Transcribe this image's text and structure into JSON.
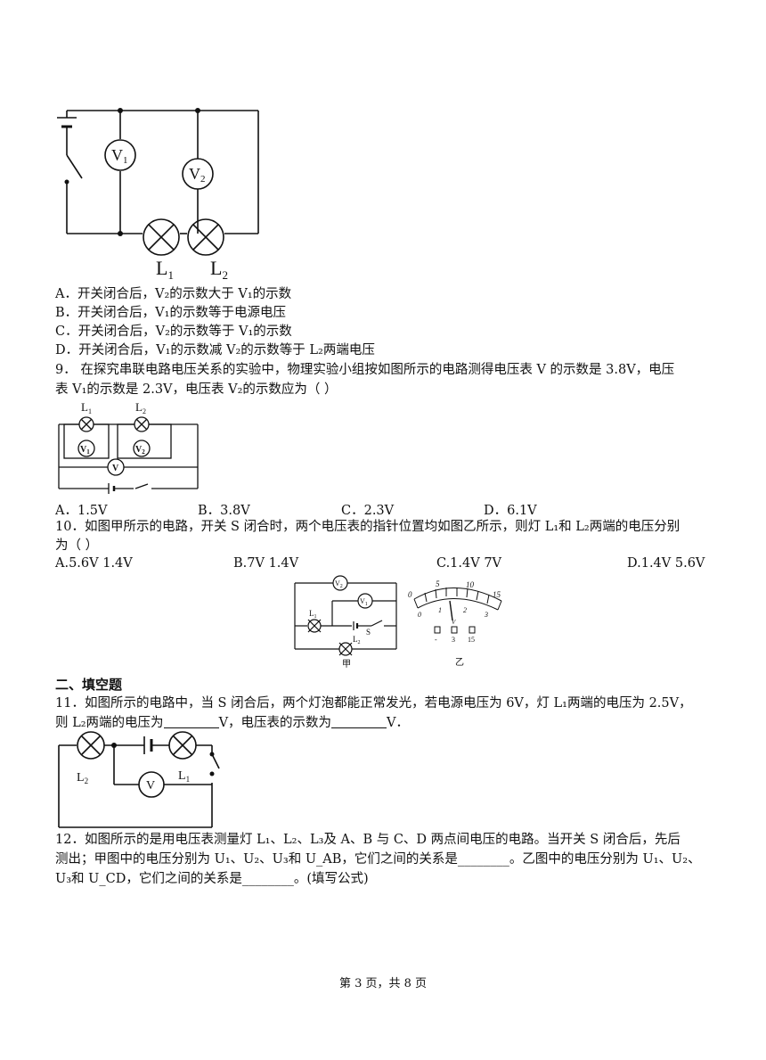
{
  "q8": {
    "figure": {
      "v1": "V1",
      "v2": "V2",
      "l1": "L",
      "l1_sub": "1",
      "l2": "L",
      "l2_sub": "2"
    },
    "options": {
      "A": "A．开关闭合后，V₂的示数大于 V₁的示数",
      "B": "B．开关闭合后，V₁的示数等于电源电压",
      "C": "C．开关闭合后，V₂的示数等于 V₁的示数",
      "D": "D．开关闭合后，V₁的示数减 V₂的示数等于 L₂两端电压"
    }
  },
  "q9": {
    "line1": "9．  在探究串联电路电压关系的实验中，物理实验小组按如图所示的电路测得电压表 V 的示数是 3.8V，电压",
    "line2": "表 V₁的示数是 2.3V，电压表 V₂的示数应为（        ）",
    "figure": {
      "l1": "L1",
      "l2": "L2",
      "v1": "V1",
      "v2": "V2",
      "v": "V"
    },
    "options": {
      "A": "A．1.5V",
      "B": "B．3.8V",
      "C": "C．2.3V",
      "D": "D．6.1V"
    }
  },
  "q10": {
    "line1": "10．如图甲所示的电路，开关 S 闭合时，两个电压表的指针位置均如图乙所示，则灯 L₁和 L₂两端的电压分别",
    "line2": "为（        ）",
    "options": {
      "A": "A.5.6V   1.4V",
      "B": "B.7V   1.4V",
      "C": "C.1.4V   7V",
      "D": "D.1.4V   5.6V"
    },
    "figure_jia": {
      "v2": "V2",
      "v1": "V1",
      "l1": "L1",
      "l2": "L2",
      "s": "S",
      "caption": "甲"
    },
    "figure_yi": {
      "top_ticks": [
        "0",
        "5",
        "10",
        "15"
      ],
      "bottom_ticks": [
        "0",
        "1",
        "2",
        "3"
      ],
      "unit": "V",
      "terminals": [
        "-",
        "3",
        "15"
      ],
      "caption": "乙"
    }
  },
  "section2": {
    "title": "二、填空题"
  },
  "q11": {
    "line1": "11．如图所示的电路中，当 S 闭合后，两个灯泡都能正常发光，若电源电压为 6V，灯 L₁两端的电压为 2.5V，",
    "line2a": "则 L₂两端的电压为",
    "line2b": "V，电压表的示数为",
    "line2c": "V．",
    "figure": {
      "l2": "L2",
      "l1": "L1",
      "v": "V"
    }
  },
  "q12": {
    "line1": "12．如图所示的是用电压表测量灯 L₁、L₂、L₃及 A、B 与 C、D 两点间电压的电路。当开关 S 闭合后，先后",
    "line2": "测出；甲图中的电压分别为 U₁、U₂、U₃和 U_AB，它们之间的关系是________。乙图中的电压分别为 U₁、U₂、",
    "line3": "U₃和 U_CD，它们之间的关系是________。(填写公式)"
  },
  "footer": "第 3 页，共 8 页"
}
